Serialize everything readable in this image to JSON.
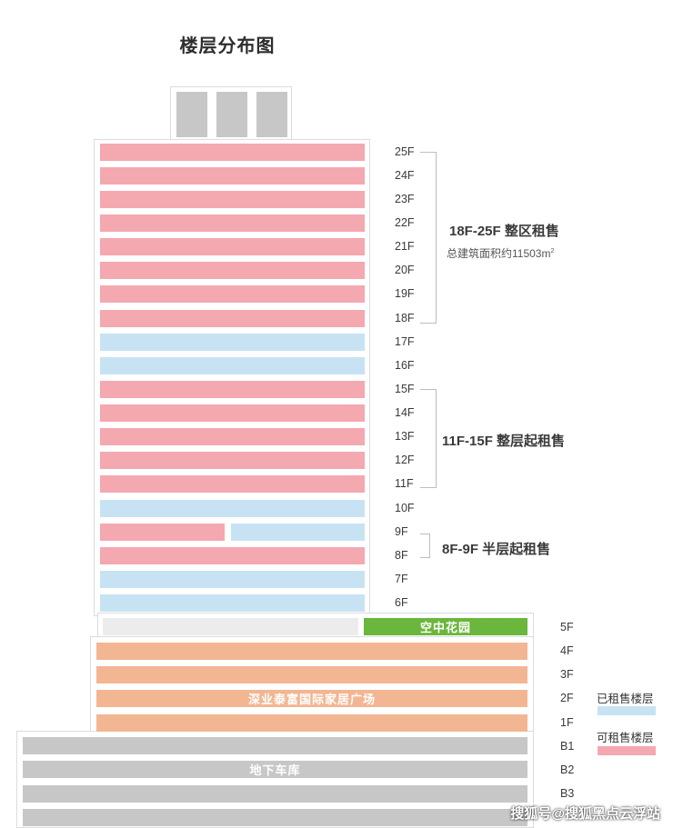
{
  "title": "楼层分布图",
  "colors": {
    "available": "#f4a8b0",
    "rented": "#c7e3f3",
    "mall": "#f2b693",
    "garage": "#c7c7c7",
    "garden": "#6bb63c",
    "outline": "#dcdcdc"
  },
  "floors": {
    "f25": "25F",
    "f24": "24F",
    "f23": "23F",
    "f22": "22F",
    "f21": "21F",
    "f20": "20F",
    "f19": "19F",
    "f18": "18F",
    "f17": "17F",
    "f16": "16F",
    "f15": "15F",
    "f14": "14F",
    "f13": "13F",
    "f12": "12F",
    "f11": "11F",
    "f10": "10F",
    "f9": "9F",
    "f8": "8F",
    "f7": "7F",
    "f6": "6F",
    "f5": "5F",
    "f4": "4F",
    "f3": "3F",
    "f2": "2F",
    "f1": "1F",
    "b1": "B1",
    "b2": "B2",
    "b3": "B3"
  },
  "groups": {
    "g1_title": "18F-25F 整区租售",
    "g1_sub": "总建筑面积约11503m",
    "g1_unit_sup": "2",
    "g2_title": "11F-15F 整层起租售",
    "g3_title": "8F-9F 半层起租售"
  },
  "podium": {
    "garden_label": "空中花园",
    "mall_label": "深业泰富国际家居广场",
    "garage_label": "地下车库"
  },
  "legend": {
    "rented": "已租售楼层",
    "available": "可租售楼层"
  },
  "watermark": "搜狐号@搜狐黑点云浮站"
}
